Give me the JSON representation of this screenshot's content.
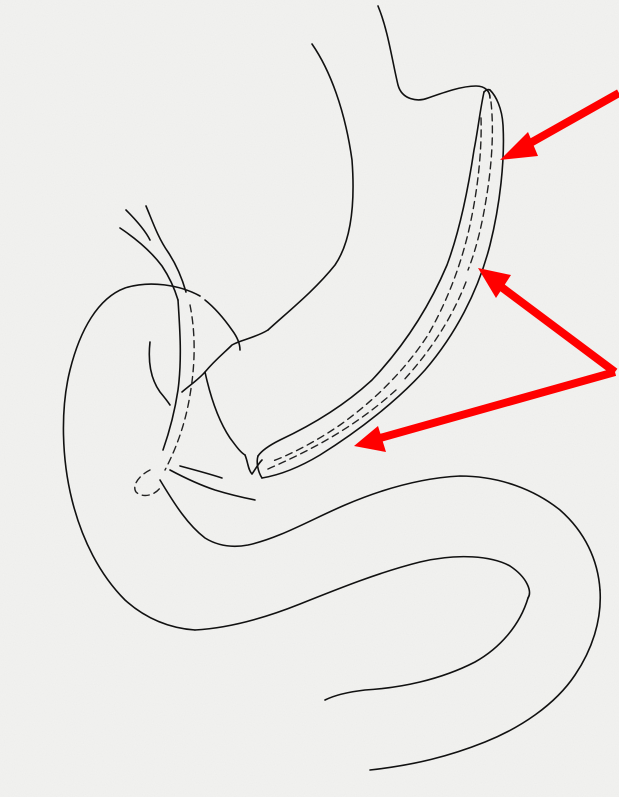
{
  "figure": {
    "colors": {
      "paper": "#f3f3f1",
      "ink": "#111111",
      "arrow": "#ff0000"
    },
    "arrows": [
      {
        "name": "upper-arrow",
        "target": "dashed-band-upper"
      },
      {
        "name": "middle-arrow",
        "target": "dashed-band-middle"
      },
      {
        "name": "lower-arrow",
        "target": "dashed-band-lower"
      }
    ]
  }
}
